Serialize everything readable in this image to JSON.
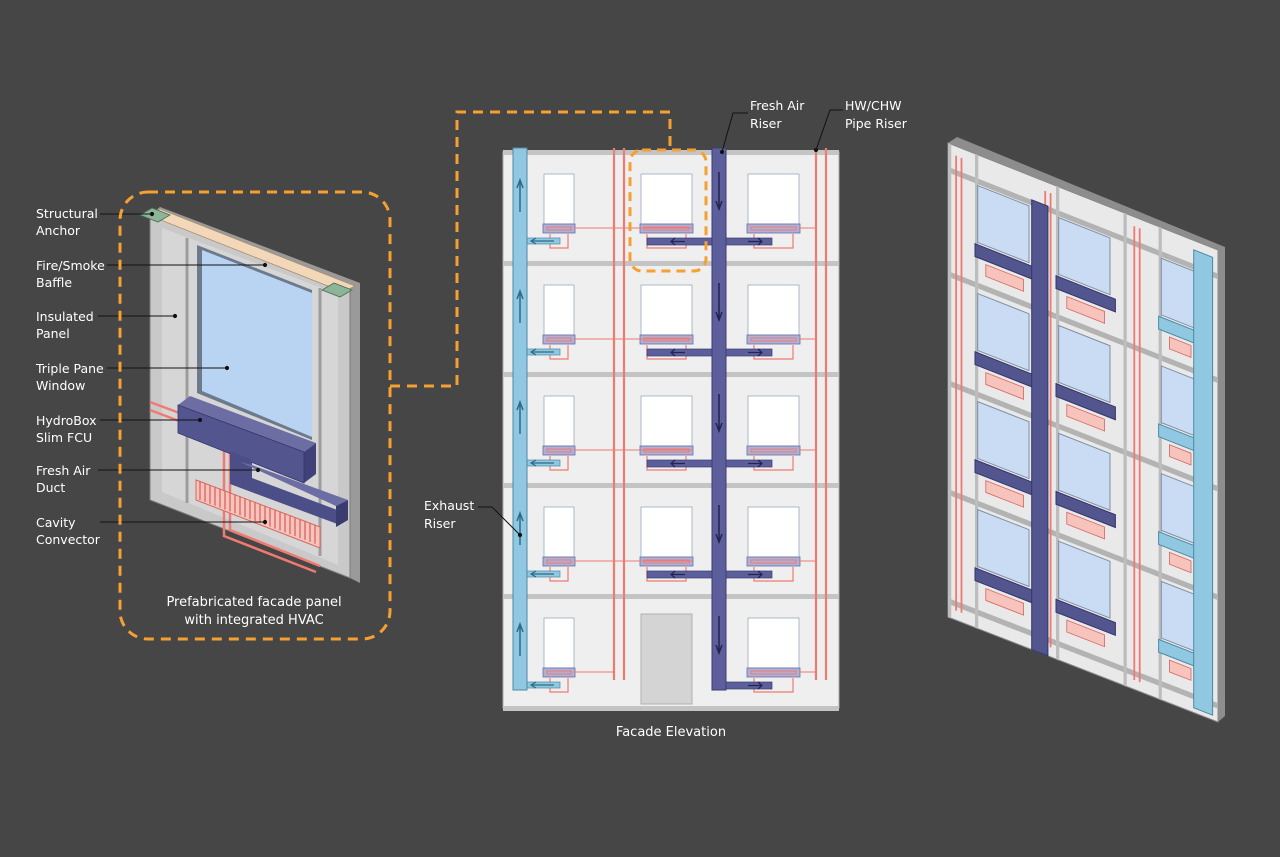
{
  "panel_labels": [
    {
      "line1": "Structural",
      "line2": "Anchor"
    },
    {
      "line1": "Fire/Smoke",
      "line2": "Baffle"
    },
    {
      "line1": "Insulated",
      "line2": "Panel"
    },
    {
      "line1": "Triple Pane",
      "line2": "Window"
    },
    {
      "line1": "HydroBox",
      "line2": "Slim FCU"
    },
    {
      "line1": "Fresh Air",
      "line2": "Duct"
    },
    {
      "line1": "Cavity",
      "line2": "Convector"
    }
  ],
  "panel_caption": {
    "line1": "Prefabricated facade panel",
    "line2": "with integrated HVAC"
  },
  "elevation": {
    "caption": "Facade Elevation",
    "fresh_air_riser": {
      "line1": "Fresh Air",
      "line2": "Riser"
    },
    "pipe_riser": {
      "line1": "HW/CHW",
      "line2": "Pipe Riser"
    },
    "exhaust_riser": {
      "line1": "Exhaust",
      "line2": "Riser"
    }
  },
  "colors": {
    "background": "#464646",
    "highlight": "#f5a030",
    "fresh_air": "#5d5f9c",
    "exhaust": "#8fc8e0",
    "pipe": "#ef7a72",
    "window": "#b8d4f2"
  }
}
